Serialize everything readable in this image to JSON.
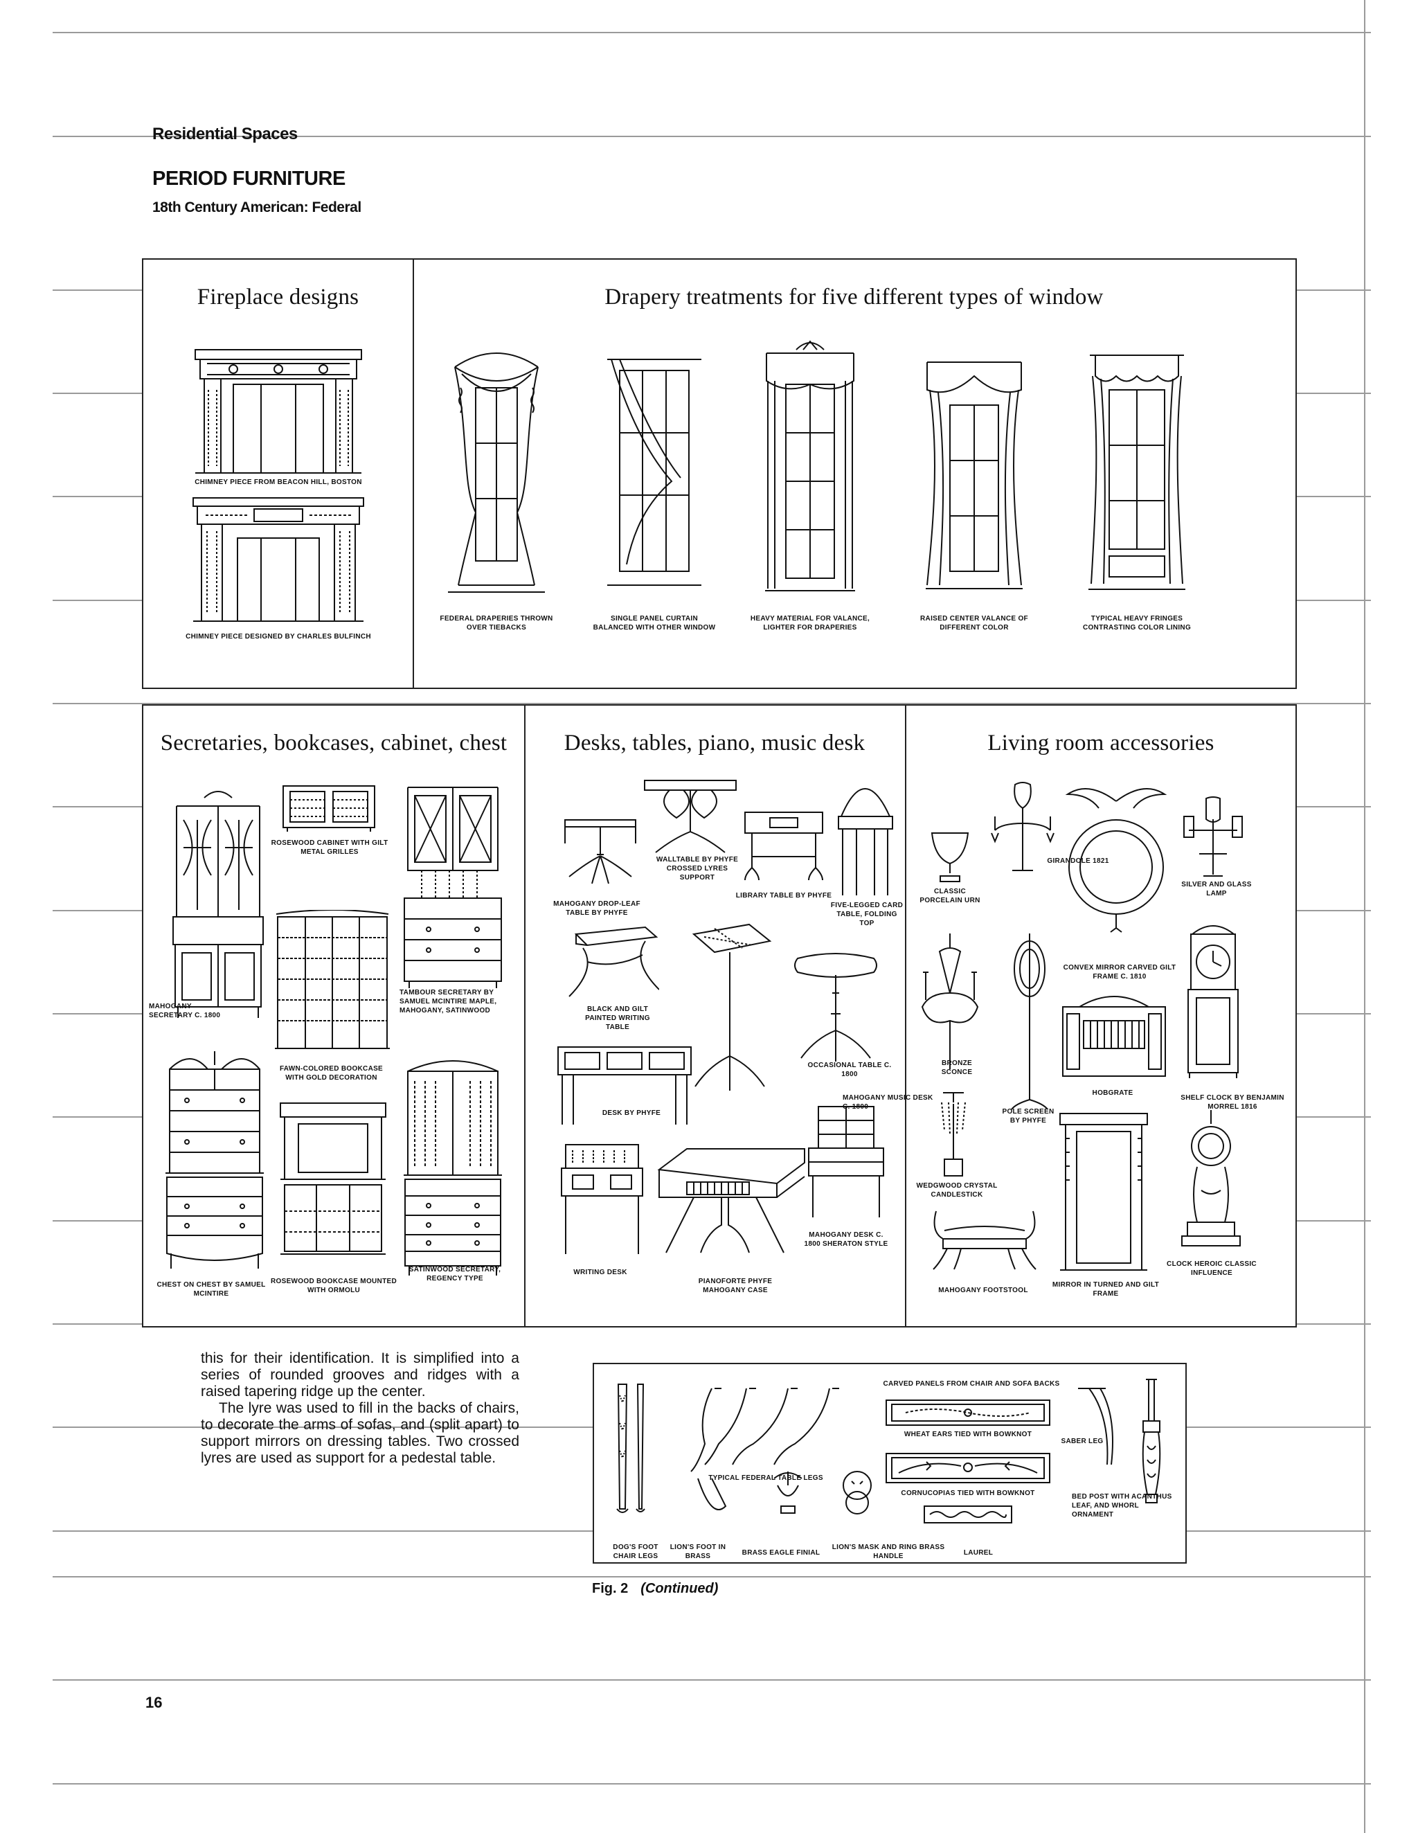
{
  "header": {
    "section": "Residential Spaces",
    "title": "PERIOD FURNITURE",
    "subtitle": "18th Century American: Federal"
  },
  "panels": {
    "fireplace": {
      "title": "Fireplace designs",
      "captions": [
        "CHIMNEY PIECE FROM BEACON HILL, BOSTON",
        "CHIMNEY PIECE DESIGNED BY CHARLES BULFINCH"
      ]
    },
    "drapery": {
      "title": "Drapery treatments for five different types of window",
      "captions": [
        "FEDERAL DRAPERIES THROWN OVER TIEBACKS",
        "SINGLE PANEL CURTAIN BALANCED WITH OTHER WINDOW",
        "HEAVY MATERIAL FOR VALANCE, LIGHTER FOR DRAPERIES",
        "RAISED CENTER VALANCE OF DIFFERENT COLOR",
        "TYPICAL HEAVY FRINGES CONTRASTING COLOR LINING"
      ]
    },
    "secretaries": {
      "title": "Secretaries, bookcases, cabinet, chest",
      "captions": [
        "ROSEWOOD CABINET WITH GILT METAL GRILLES",
        "MAHOGANY SECRETARY c. 1800",
        "TAMBOUR SECRETARY BY SAMUEL McINTIRE MAPLE, MAHOGANY, SATINWOOD",
        "FAWN-COLORED BOOKCASE WITH GOLD DECORATION",
        "CHEST ON CHEST BY SAMUEL McINTIRE",
        "ROSEWOOD BOOKCASE MOUNTED WITH ORMOLU",
        "SATINWOOD SECRETARY, REGENCY TYPE"
      ]
    },
    "desks": {
      "title": "Desks, tables, piano, music desk",
      "captions": [
        "WALLTABLE BY PHYFE CROSSED LYRES SUPPORT",
        "MAHOGANY DROP-LEAF TABLE BY PHYFE",
        "LIBRARY TABLE BY PHYFE",
        "FIVE-LEGGED CARD TABLE, FOLDING TOP",
        "BLACK AND GILT PAINTED WRITING TABLE",
        "OCCASIONAL TABLE c. 1800",
        "DESK BY PHYFE",
        "MAHOGANY MUSIC DESK c. 1800",
        "WRITING DESK",
        "PIANOFORTE PHYFE MAHOGANY CASE",
        "MAHOGANY DESK c. 1800 SHERATON STYLE"
      ]
    },
    "living": {
      "title": "Living room accessories",
      "captions": [
        "CLASSIC PORCELAIN URN",
        "GIRANDOLE 1821",
        "SILVER AND GLASS LAMP",
        "CONVEX MIRROR CARVED GILT FRAME c. 1810",
        "BRONZE SCONCE",
        "HOBGRATE",
        "SHELF CLOCK BY BENJAMIN MORREL 1816",
        "POLE SCREEN BY PHYFE",
        "WEDGWOOD CRYSTAL CANDLESTICK",
        "MAHOGANY FOOTSTOOL",
        "MIRROR IN TURNED AND GILT FRAME",
        "CLOCK HEROIC CLASSIC INFLUENCE"
      ]
    },
    "details": {
      "captions": [
        "CARVED PANELS FROM CHAIR AND SOFA BACKS",
        "WHEAT EARS TIED WITH BOWKNOT",
        "TYPICAL FEDERAL TABLE LEGS",
        "SABER LEG",
        "CORNUCOPIAS TIED WITH BOWKNOT",
        "BED POST WITH ACANTHUS LEAF, AND WHORL ORNAMENT",
        "DOG'S FOOT CHAIR LEGS",
        "LION'S FOOT IN BRASS",
        "BRASS EAGLE FINIAL",
        "LION'S MASK AND RING BRASS HANDLE",
        "LAUREL"
      ]
    }
  },
  "body_text": {
    "p1": "this for their identification. It is simplified into a series of rounded grooves and ridges with a raised tapering ridge up the center.",
    "p2": "The lyre was used to fill in the backs of chairs, to decorate the arms of sofas, and (split apart) to support mirrors on dressing tables. Two crossed lyres are used as support for a pedestal table."
  },
  "figure_caption": {
    "label": "Fig. 2",
    "note": "(Continued)"
  },
  "page_number": "16"
}
